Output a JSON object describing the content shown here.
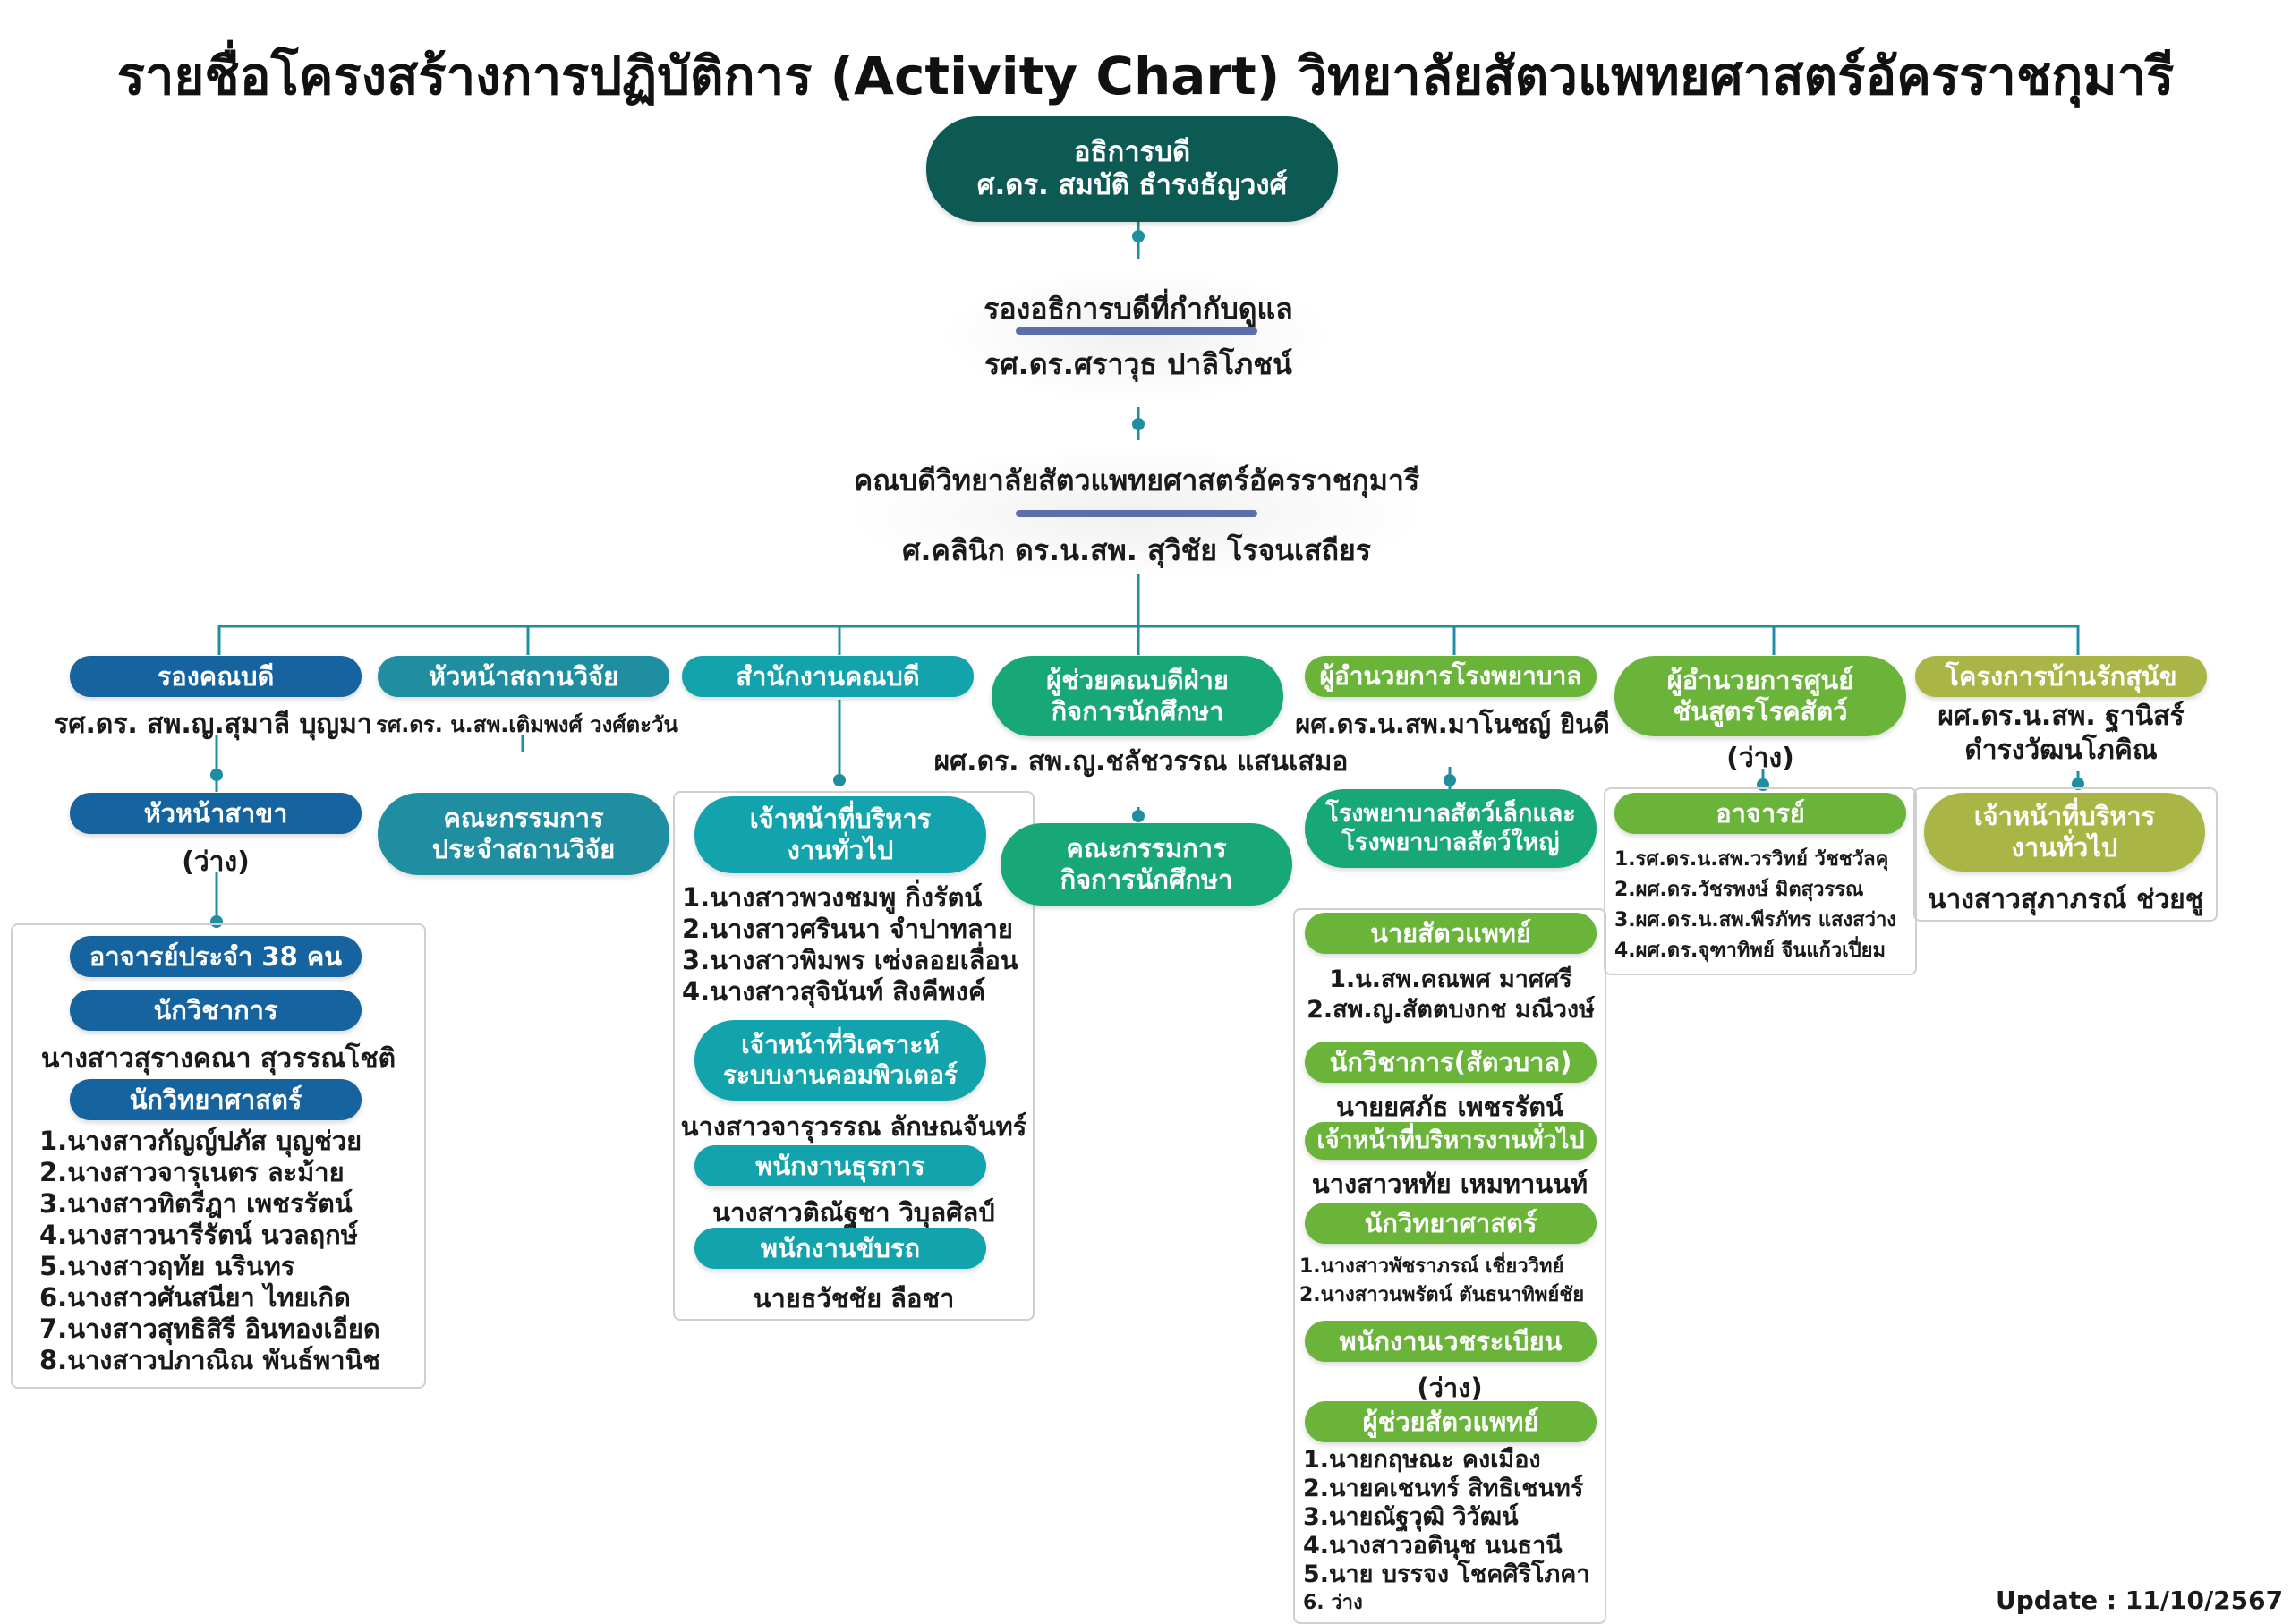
{
  "title": "รายชื่อโครงสร้างการปฏิบัติการ (Activity Chart) วิทยาลัยสัตวแพทยศาสตร์อัครราชกุมารี",
  "update": "Update : 11/10/2567",
  "top": {
    "label": "อธิการบดี",
    "name": "ศ.ดร. สมบัติ ธำรงธัญวงศ์"
  },
  "vp": {
    "label": "รองอธิการบดีที่กำกับดูแล",
    "name": "รศ.ดร.ศราวุธ ปาลิโภชน์"
  },
  "dean": {
    "label": "คณบดีวิทยาลัยสัตวแพทยศาสตร์อัครราชกุมารี",
    "name": "ศ.คลินิก ดร.น.สพ. สุวิชัย โรจนเสถียร"
  },
  "col1": {
    "label": "รองคณบดี",
    "name": "รศ.ดร. สพ.ญ.สุมาลี บุญมา",
    "head_label": "หัวหน้าสาขา",
    "head_name": "(ว่าง)",
    "faculty_label": "อาจารย์ประจำ 38 คน",
    "academic_label": "นักวิชาการ",
    "academic_name": "นางสาวสุรางคณา สุวรรณโชติ",
    "scientist_label": "นักวิทยาศาสตร์",
    "scientists": [
      "1.นางสาวกัญญ์ปภัส บุญช่วย",
      "2.นางสาวจารุเนตร ละม้าย",
      "3.นางสาวทิตรีฎา เพชรรัตน์",
      "4.นางสาวนารีรัตน์ นวลฤกษ์",
      "5.นางสาวฤทัย นรินทร",
      "6.นางสาวศันสนียา ไทยเกิด",
      "7.นางสาวสุทธิสิรี อินทองเอียด",
      "8.นางสาวปภาณิณ พันธ์พานิช"
    ]
  },
  "col2": {
    "label": "หัวหน้าสถานวิจัย",
    "name": "รศ.ดร. น.สพ.เติมพงศ์ วงศ์ตะวัน",
    "committee_label": "คณะกรรมการประจำสถานวิจัย"
  },
  "col3": {
    "label": "สำนักงานคณบดี",
    "admin_label": "เจ้าหน้าที่บริหารงานทั่วไป",
    "admins": [
      "1.นางสาวพวงชมพู กิ่งรัตน์",
      "2.นางสาวศรินนา จำปาทลาย",
      "3.นางสาวพิมพร เซ่งลอยเลื่อน",
      "4.นางสาวสุจินันท์ สิงคีพงค์"
    ],
    "analyst_label": "เจ้าหน้าที่วิเคราะห์ระบบงานคอมพิวเตอร์",
    "analyst_name": "นางสาวจารุวรรณ ลักษณจันทร์",
    "clerk_label": "พนักงานธุรการ",
    "clerk_name": "นางสาวติณัฐชา วิบุลศิลป์",
    "driver_label": "พนักงานขับรถ",
    "driver_name": "นายธวัชชัย ลือชา"
  },
  "col4": {
    "label": "ผู้ช่วยคณบดีฝ่ายกิจการนักศึกษา",
    "name": "ผศ.ดร. สพ.ญ.ชลัชวรรณ แสนเสมอ",
    "committee_label": "คณะกรรมการกิจการนักศึกษา"
  },
  "col5": {
    "label": "ผู้อำนวยการโรงพยาบาล",
    "name": "ผศ.ดร.น.สพ.มาโนชญ์ ยินดี",
    "hospital_label": "โรงพยาบาลสัตว์เล็กและโรงพยาบาลสัตว์ใหญ่",
    "vet_label": "นายสัตวแพทย์",
    "vets": [
      "1.น.สพ.คณพศ มาศศรี",
      "2.สพ.ญ.สัตตบงกช มณีวงษ์"
    ],
    "husbandry_label": "นักวิชาการ(สัตวบาล)",
    "husbandry_name": "นายยศภัธ เพชรรัตน์",
    "admin_label": "เจ้าหน้าที่บริหารงานทั่วไป",
    "admin_name": "นางสาวหทัย เหมทานนท์",
    "scientist_label": "นักวิทยาศาสตร์",
    "scientists": [
      "1.นางสาวพัชราภรณ์ เชี่ยววิทย์",
      "2.นางสาวนพรัตน์ ตันธนาทิพย์ชัย"
    ],
    "records_label": "พนักงานเวชระเบียน",
    "records_name": "(ว่าง)",
    "assistant_label": "ผู้ช่วยสัตวแพทย์",
    "assistants": [
      "1.นายกฤษณะ คงเมือง",
      "2.นายคเชนทร์ สิทธิเชนทร์",
      "3.นายณัฐวุฒิ วิวัฒน์",
      "4.นางสาวอตินุช นนธานี",
      "5.นาย บรรจง โชคศิริโภคา",
      "6. ว่าง"
    ]
  },
  "col6": {
    "label": "ผู้อำนวยการศูนย์ชันสูตรโรคสัตว์",
    "name": "(ว่าง)",
    "teacher_label": "อาจารย์",
    "teachers": [
      "1.รศ.ดร.น.สพ.วรวิทย์ วัชชวัลคุ",
      "2.ผศ.ดร.วัชรพงษ์ มิตสุวรรณ",
      "3.ผศ.ดร.น.สพ.พีรภัทร แสงสว่าง",
      "4.ผศ.ดร.จุฑาทิพย์ จีนแก้วเปี่ยม"
    ]
  },
  "col7": {
    "label": "โครงการบ้านรักสุนัข",
    "name": "ผศ.ดร.น.สพ. ฐานิสร์ ดำรงวัฒนโภคิณ",
    "admin_label": "เจ้าหน้าที่บริหารงานทั่วไป",
    "admin_name": "นางสาวสุภาภรณ์ ช่วยชู"
  },
  "colors": {
    "dark": "#0d5a54",
    "blue": "#15639f",
    "teal": "#13a3ad",
    "green": "#18a878",
    "lightgreen": "#6ab43a",
    "olive": "#a9b645",
    "line": "#1f8ea0"
  }
}
